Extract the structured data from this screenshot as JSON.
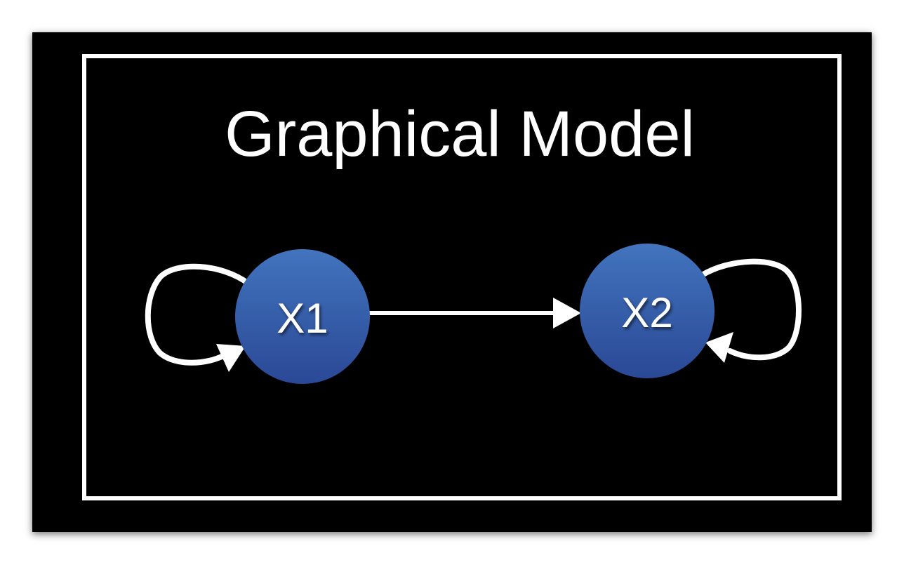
{
  "diagram": {
    "title": "Graphical Model",
    "nodes": [
      {
        "id": "x1",
        "label": "X1"
      },
      {
        "id": "x2",
        "label": "X2"
      }
    ],
    "edges": [
      {
        "from": "X1",
        "to": "X1"
      },
      {
        "from": "X1",
        "to": "X2"
      },
      {
        "from": "X2",
        "to": "X2"
      }
    ],
    "colors": {
      "background": "#000000",
      "frame": "#ffffff",
      "node_fill_top": "#3e6db5",
      "node_fill_bottom": "#2a4a98",
      "edge": "#ffffff",
      "text": "#ffffff"
    }
  }
}
